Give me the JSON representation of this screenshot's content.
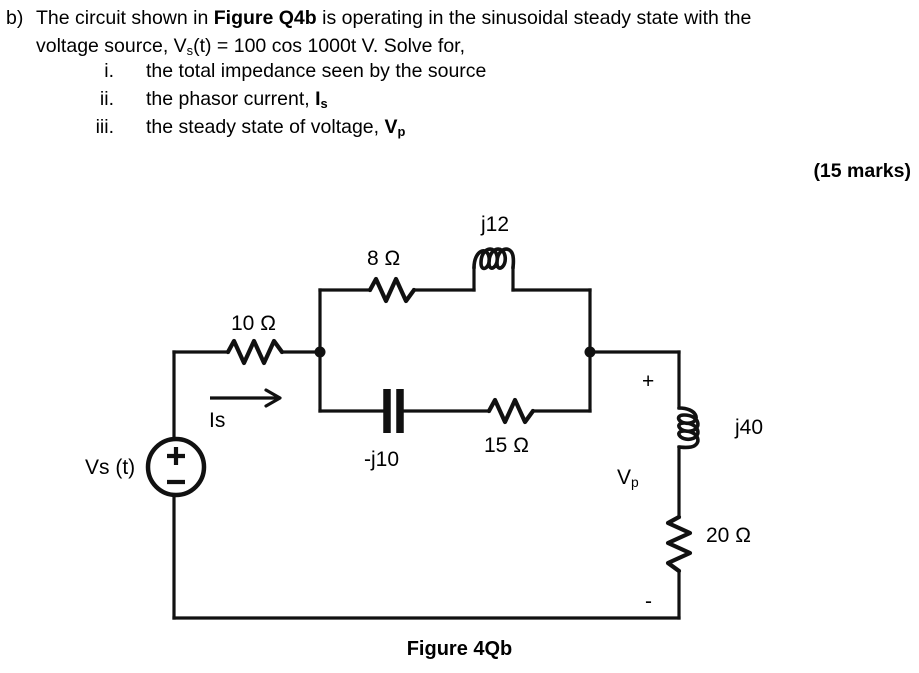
{
  "question": {
    "marker": "b)",
    "line1_pre": "The circuit shown in ",
    "line1_bold": "Figure Q4b",
    "line1_post": " is operating in the sinusoidal steady state with the",
    "line2_pre": "voltage source, V",
    "line2_sub": "s",
    "line2_post": "(t) = 100 cos 1000t V. Solve for,",
    "items": [
      {
        "num": "i.",
        "text": "the total impedance seen by the source",
        "symbol": "",
        "symbol_sub": ""
      },
      {
        "num": "ii.",
        "text": "the phasor current, ",
        "symbol": "I",
        "symbol_sub": "s"
      },
      {
        "num": "iii.",
        "text": "the steady state of voltage, ",
        "symbol": "V",
        "symbol_sub": "p"
      }
    ],
    "marks": "(15 marks)"
  },
  "circuit": {
    "caption": "Figure 4Qb",
    "source_label_main": "Vs (t)",
    "source_plus": "+",
    "source_minus": "−",
    "current_label": "Is",
    "components": [
      {
        "name": "series-resistor",
        "label": "10 Ω",
        "type": "resistor"
      },
      {
        "name": "top-resistor",
        "label": "8 Ω",
        "type": "resistor"
      },
      {
        "name": "top-inductor",
        "label": "j12",
        "type": "inductor"
      },
      {
        "name": "capacitor",
        "label": "-j10",
        "type": "capacitor"
      },
      {
        "name": "middle-resistor",
        "label": "15 Ω",
        "type": "resistor"
      },
      {
        "name": "right-inductor",
        "label": "j40",
        "type": "inductor"
      },
      {
        "name": "right-resistor",
        "label": "20 Ω",
        "type": "resistor"
      }
    ],
    "labels": {
      "r10": "10 Ω",
      "r8": "8 Ω",
      "l12": "j12",
      "c10": "-j10",
      "r15": "15 Ω",
      "l40": "j40",
      "r20": "20 Ω",
      "vp": "Vp",
      "vp_base": "V",
      "vp_sub": "p",
      "polarity_plus": "+",
      "polarity_minus": "-"
    },
    "colors": {
      "ink": "#111111",
      "background": "#ffffff"
    }
  }
}
